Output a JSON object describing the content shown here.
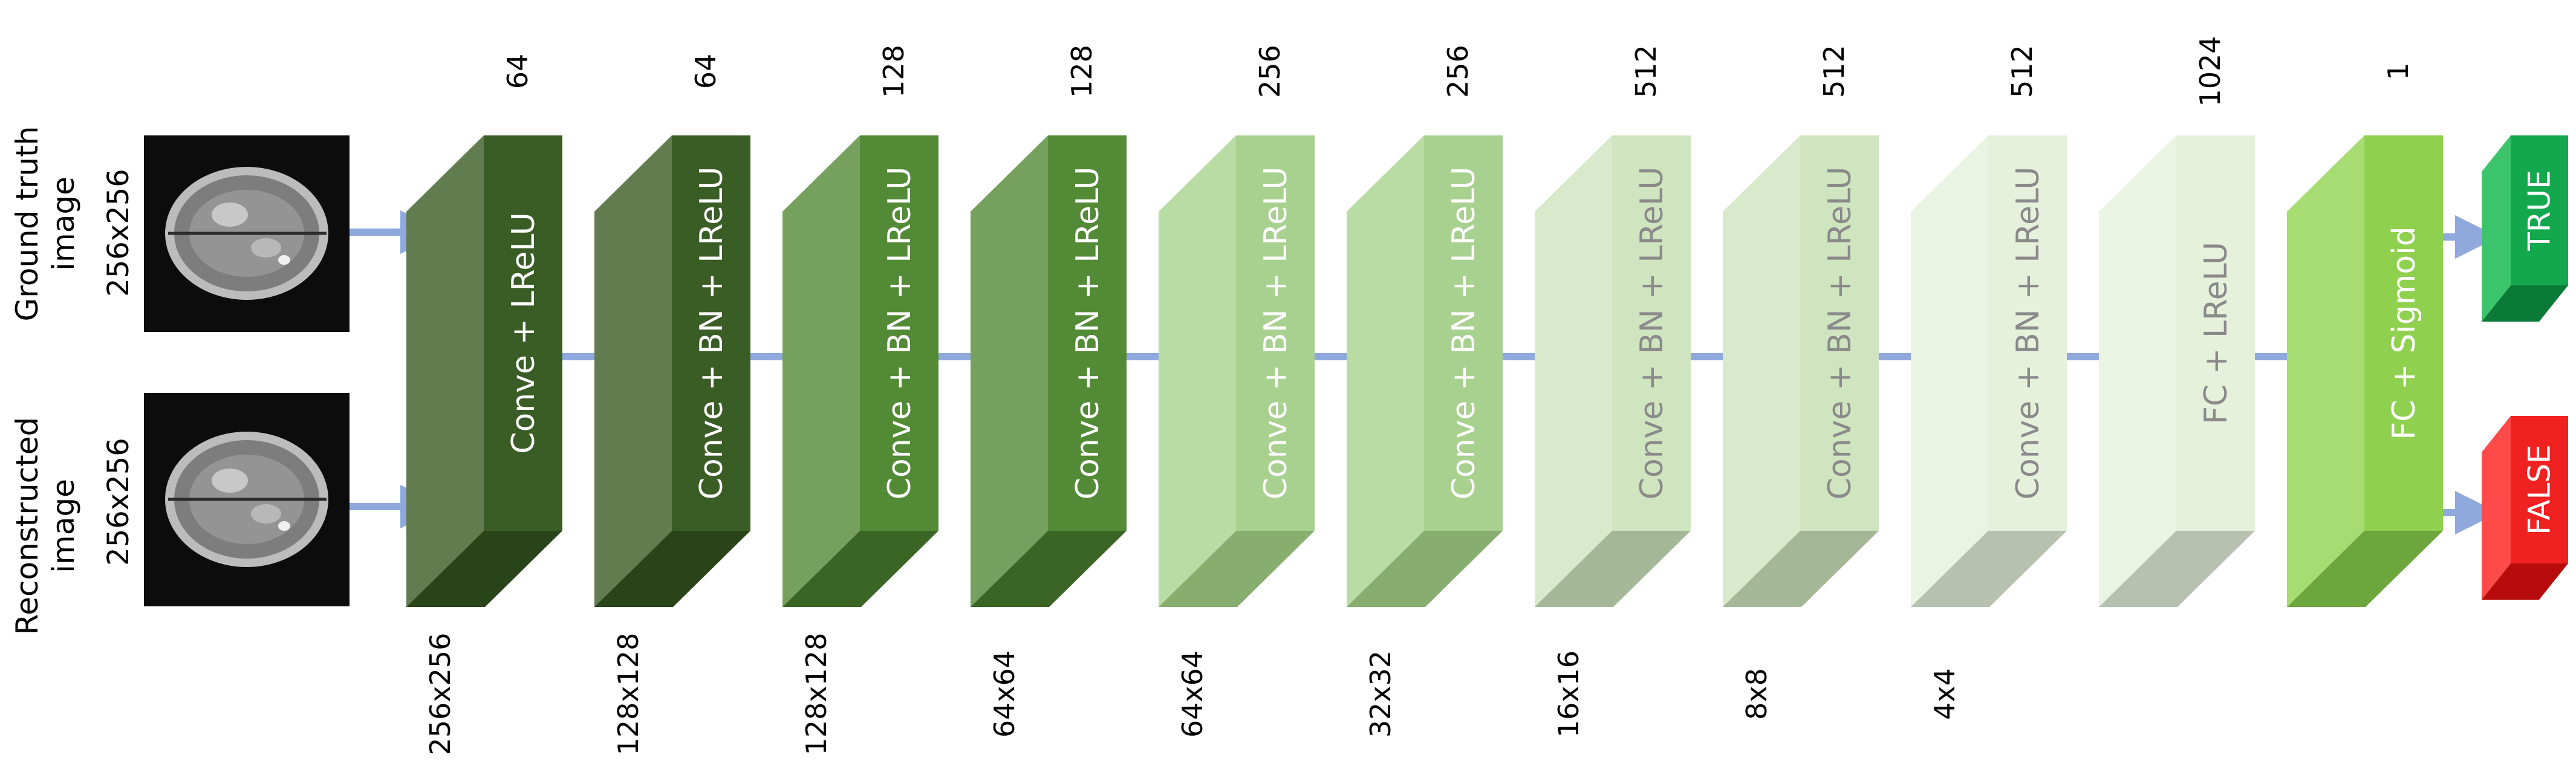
{
  "inputs": [
    {
      "label_line1": "Ground truth",
      "label_line2": "image",
      "size": "256x256"
    },
    {
      "label_line1": "Reconstructed",
      "label_line2": "image",
      "size": "256x256"
    }
  ],
  "layers": [
    {
      "name": "Conve + LReLU",
      "channels": "64",
      "resolution": "256x256",
      "front": "#3a5c25",
      "side": "#617d50",
      "bottom": "#2a4419",
      "text": "#ffffff"
    },
    {
      "name": "Conve + BN + LReLU",
      "channels": "64",
      "resolution": "128x128",
      "front": "#3a5c25",
      "side": "#617d50",
      "bottom": "#2a4419",
      "text": "#ffffff"
    },
    {
      "name": "Conve + BN + LReLU",
      "channels": "128",
      "resolution": "128x128",
      "front": "#528a35",
      "side": "#76a05d",
      "bottom": "#3b6525",
      "text": "#ffffff"
    },
    {
      "name": "Conve + BN + LReLU",
      "channels": "128",
      "resolution": "64x64",
      "front": "#528a35",
      "side": "#76a05d",
      "bottom": "#3b6525",
      "text": "#ffffff"
    },
    {
      "name": "Conve + BN + LReLU",
      "channels": "256",
      "resolution": "64x64",
      "front": "#a8d18f",
      "side": "#b9dca4",
      "bottom": "#87ae6f",
      "text": "#ffffff"
    },
    {
      "name": "Conve + BN + LReLU",
      "channels": "256",
      "resolution": "32x32",
      "front": "#a8d18f",
      "side": "#b9dca4",
      "bottom": "#87ae6f",
      "text": "#ffffff"
    },
    {
      "name": "Conve + BN + LReLU",
      "channels": "512",
      "resolution": "16x16",
      "front": "#cfe5bf",
      "side": "#d8eacb",
      "bottom": "#a4b897",
      "text": "#8a8a8a"
    },
    {
      "name": "Conve + BN + LReLU",
      "channels": "512",
      "resolution": "8x8",
      "front": "#cfe5bf",
      "side": "#d8eacb",
      "bottom": "#a4b897",
      "text": "#8a8a8a"
    },
    {
      "name": "Conve + BN + LReLU",
      "channels": "512",
      "resolution": "4x4",
      "front": "#e6f1dc",
      "side": "#ebf4e3",
      "bottom": "#b8c0b0",
      "text": "#8a8a8a"
    },
    {
      "name": "FC + LReLU",
      "channels": "1024",
      "resolution": "",
      "front": "#e6f1dc",
      "side": "#ebf4e3",
      "bottom": "#b8c0b0",
      "text": "#8a8a8a"
    },
    {
      "name": "FC + Sigmoid",
      "channels": "1",
      "resolution": "",
      "front": "#8fd14f",
      "side": "#a6dc72",
      "bottom": "#6da63c",
      "text": "#ffffff"
    }
  ],
  "outputs": [
    {
      "label": "TRUE",
      "front": "#14a84e",
      "side": "#3cc46d",
      "bottom": "#0b7a37"
    },
    {
      "label": "FALSE",
      "front": "#f02121",
      "side": "#ff4a4a",
      "bottom": "#b80c0c"
    }
  ],
  "colors": {
    "arrow": "#8fa9dd"
  }
}
